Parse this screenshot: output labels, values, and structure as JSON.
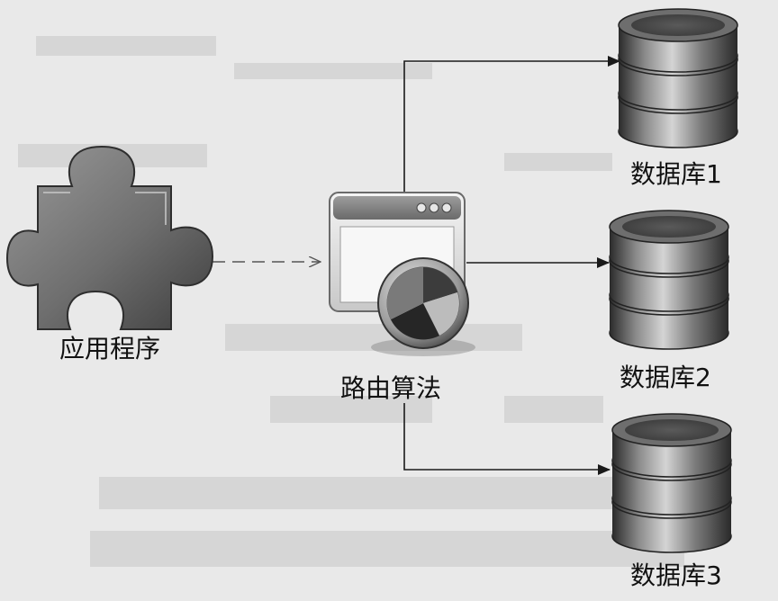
{
  "nodes": {
    "application": {
      "label": "应用程序"
    },
    "router": {
      "label": "路由算法"
    },
    "databases": [
      {
        "label": "数据库1"
      },
      {
        "label": "数据库2"
      },
      {
        "label": "数据库3"
      }
    ]
  },
  "edges": [
    {
      "from": "application",
      "to": "router",
      "style": "dashed"
    },
    {
      "from": "router",
      "to": "数据库1",
      "style": "solid"
    },
    {
      "from": "router",
      "to": "数据库2",
      "style": "solid"
    },
    {
      "from": "router",
      "to": "数据库3",
      "style": "solid"
    }
  ],
  "icons": {
    "application": "puzzle-piece-icon",
    "router": "application-window-pie-icon",
    "database": "database-cylinder-icon"
  }
}
